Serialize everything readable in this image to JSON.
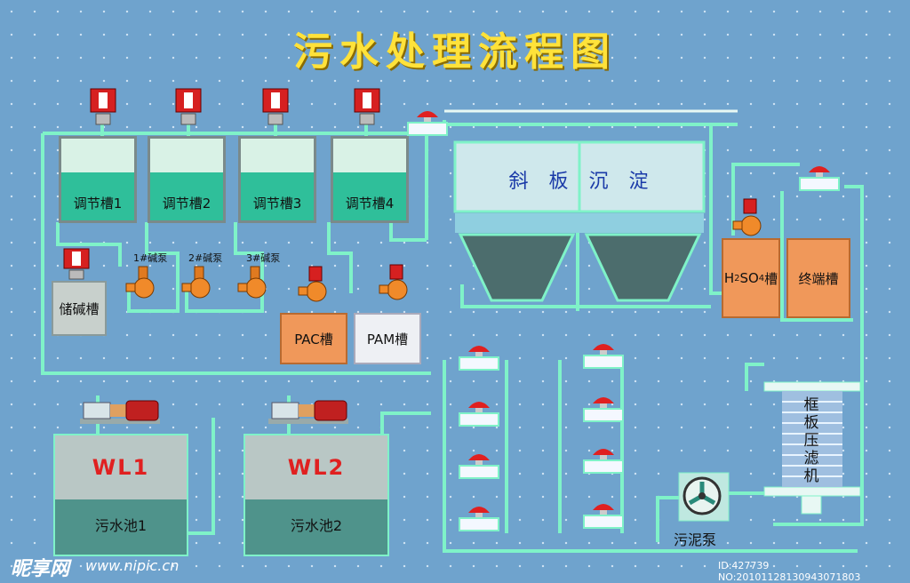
{
  "title": "污水处理流程图",
  "tanks": {
    "t1": "调节槽1",
    "t2": "调节槽2",
    "t3": "调节槽3",
    "t4": "调节槽4"
  },
  "alkali_tank": "储碱槽",
  "pumps": {
    "p1": "1#碱泵",
    "p2": "2#碱泵",
    "p3": "3#碱泵"
  },
  "pac": "PAC槽",
  "pam": "PAM槽",
  "settler": "斜 板 沉 淀",
  "h2so4": {
    "main": "H",
    "sub1": "2",
    "mid": "SO",
    "sub2": "4",
    "tail": "槽"
  },
  "final_tank": "终端槽",
  "pools": [
    {
      "wl": "WL1",
      "name": "污水池1"
    },
    {
      "wl": "WL2",
      "name": "污水池2"
    }
  ],
  "filter_press": [
    "框",
    "板",
    "压",
    "滤",
    "机"
  ],
  "sludge_pump": "污泥泵",
  "watermark": {
    "brand": "昵享网",
    "url": "www.nipic.cn"
  },
  "image_id": "ID:427739 NO:20101128130943071803",
  "colors": {
    "pipe": "#7ff2c8",
    "tank_liquid": "#2fbf9a",
    "orange": "#f0985a",
    "valve_red": "#e02020"
  }
}
